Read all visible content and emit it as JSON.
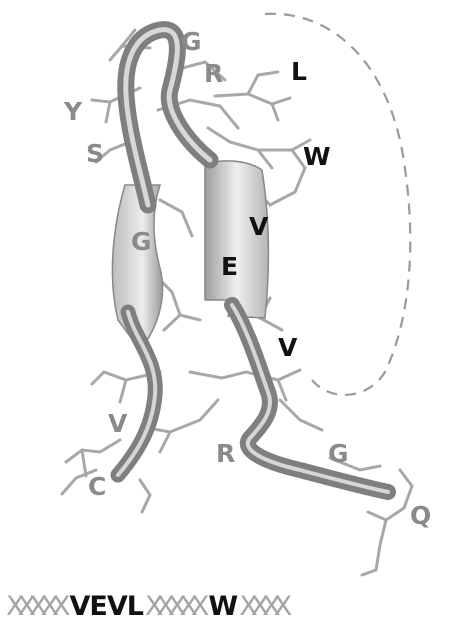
{
  "figure": {
    "residue_labels": {
      "G1": "G",
      "R": "R",
      "L": "L",
      "Y": "Y",
      "W": "W",
      "S": "S",
      "V1": "V",
      "G2": "G",
      "E": "E",
      "V2": "V",
      "V3": "V",
      "R2": "R",
      "G3": "G",
      "C": "C",
      "Q": "Q"
    },
    "sequence_bar": {
      "seg1": "XXXXX",
      "seg2": "VEVL",
      "seg3": "XXXXX",
      "seg4": "W",
      "seg5": "XXXX"
    },
    "colors": {
      "ribbon": "#8c8c8c",
      "ribbon_highlight": "#dadada",
      "sticks": "#a8a8a8",
      "label_grey": "#8a8a8a",
      "label_black": "#111111",
      "dashed_outline": "#9a9a9a"
    }
  }
}
